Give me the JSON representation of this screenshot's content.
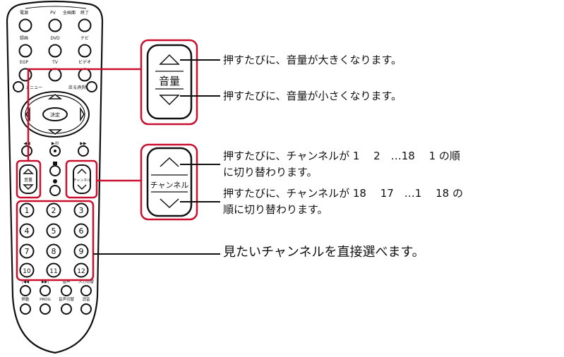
{
  "remote": {
    "top_labels": [
      "電源",
      "PV",
      "全画面",
      "終了",
      "録画",
      "DVD",
      "ナビ",
      "EGP",
      "TV",
      "ビデオ"
    ],
    "menu_label": "メニュー",
    "back_label": "戻る/削除",
    "center_label": "決定",
    "play_label": "▶/II",
    "rew_label": "◀◀",
    "ff_label": "▶▶",
    "volume_label": "音量",
    "channel_label": "チャンネル",
    "numbers": [
      "1",
      "2",
      "3",
      "4",
      "5",
      "6",
      "7",
      "8",
      "9",
      "10",
      "11",
      "12"
    ],
    "bottom_labels": [
      "|◀◀",
      "▶▶|",
      "音声",
      "入力切替",
      "移動",
      "PROG",
      "音声切替",
      "消音"
    ]
  },
  "zoom": {
    "volume_label": "音量",
    "channel_label": "チャンネル"
  },
  "callouts": {
    "vol_up": "押すたびに、音量が大きくなります。",
    "vol_down": "押すたびに、音量が小さくなります。",
    "ch_up_line1": "押すたびに、チャンネルが 1　 2　…18　 1 の順",
    "ch_up_line2": "に切り替わります。",
    "ch_down_line1": "押すたびに、チャンネルが 18　 17　…1　 18 の",
    "ch_down_line2": "順に切り替わります。",
    "numbers": "見たいチャンネルを直接選べます。"
  },
  "colors": {
    "highlight": "#c8102e",
    "line": "#111111"
  }
}
